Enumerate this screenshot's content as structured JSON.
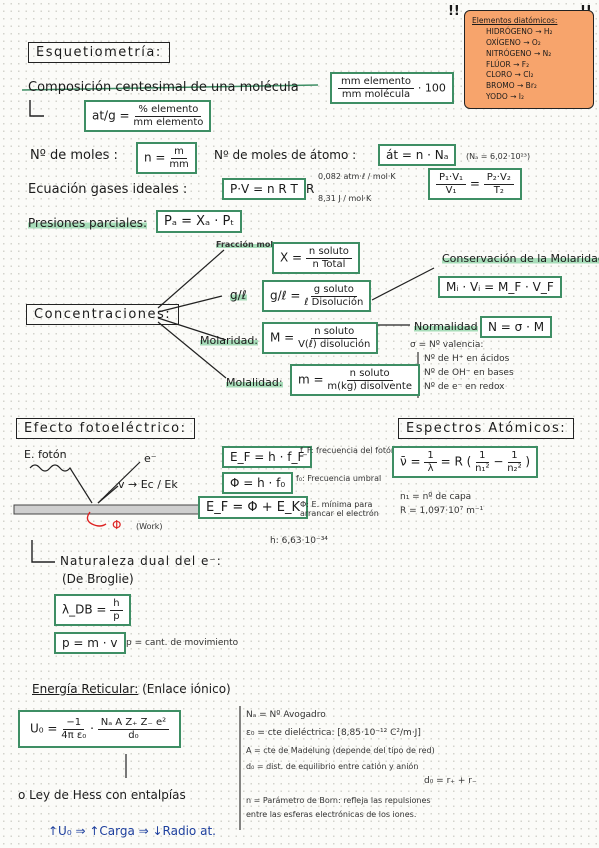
{
  "note": {
    "marks": "!!",
    "title": "Elementos diatómicos:",
    "items": [
      "HIDRÓGENO → H₂",
      "OXÍGENO → O₂",
      "NITRÓGENO → N₂",
      "FLÚOR → F₂",
      "CLORO → Cl₂",
      "BROMO → Br₂",
      "YODO → I₂"
    ]
  },
  "s1": {
    "title": "Esquetiometría:",
    "comp": {
      "label": "Composición centesimal de una molécula",
      "num": "mm elemento",
      "den": "mm molécula",
      "tail": "· 100"
    },
    "atg": {
      "lhs": "at/g",
      "num": "% elemento",
      "den": "mm elemento"
    },
    "moles": {
      "label": "Nº de moles :",
      "lhs": "n =",
      "num": "m",
      "den": "mm"
    },
    "atoms": {
      "label": "Nº de moles de átomo :",
      "formula": "át = n · Nₐ",
      "nA": "(Nₐ = 6,02·10²³)"
    },
    "gases": {
      "label": "Ecuación gases ideales :",
      "formula": "P·V = n R T",
      "r": "R",
      "r1": "0,082",
      "r1u": "atm·ℓ / mol·K",
      "r2": "8,31",
      "r2u": "J / mol·K",
      "combined_l_num": "P₁·V₁",
      "combined_l_den": "V₁",
      "combined_r_num": "P₂·V₂",
      "combined_r_den": "T₂"
    },
    "partial": {
      "label": "Presiones parciales:",
      "formula": "Pₐ = Xₐ · Pₜ"
    }
  },
  "conc": {
    "title": "Concentraciones:",
    "molfrac": {
      "label": "Fracción molar",
      "lhs": "X =",
      "num": "n soluto",
      "den": "n Total"
    },
    "gl": {
      "label": "g/ℓ",
      "lhs": "g/ℓ =",
      "num": "g soluto",
      "den": "ℓ Disolución"
    },
    "molar": {
      "label": "Molaridad:",
      "lhs": "M =",
      "num": "n soluto",
      "den": "V(ℓ) disolución"
    },
    "molal": {
      "label": "Molalidad:",
      "lhs": "m =",
      "num": "n soluto",
      "den": "m(kg) disolvente"
    },
    "conserv": {
      "label": "Conservación de la Molaridad:",
      "formula": "Mᵢ · Vᵢ = M_F · V_F"
    },
    "normal": {
      "label": "Normalidad",
      "formula": "N = σ · M"
    },
    "sigma": [
      "σ = Nº valencia:",
      "Nº de H⁺ en ácidos",
      "Nº de OH⁻ en bases",
      "Nº de e⁻ en redox"
    ]
  },
  "photo": {
    "title": "Efecto fotoeléctrico:",
    "photon": "E. fotón",
    "e": "e⁻",
    "v": "v → Ec / Ek",
    "phi": "Φ",
    "work": "(Work)",
    "f1": "E_F = h · f_F",
    "f1n": "f_F: frecuencia del fotón",
    "f2": "Φ = h · f₀",
    "f2n": "f₀: Frecuencia umbral",
    "f3": "E_F = Φ + E_K",
    "f3n": "Φ: E. mínima para arrancar el electrón",
    "h": "h: 6,63·10⁻³⁴"
  },
  "spectra": {
    "title": "Espectros Atómicos:",
    "lhs": "ν̄ =",
    "one": "1",
    "lambda": "λ",
    "r": "= R (",
    "n1": "n₁²",
    "minus": "−",
    "n2": "n₂²",
    "close": ")",
    "n1def": "n₁ = nº de capa",
    "rval": "R = 1,097·10⁷ m⁻¹"
  },
  "dual": {
    "title": "Naturaleza dual del e⁻:",
    "sub": "(De Broglie)",
    "lhs": "λ_DB =",
    "num": "h",
    "den": "p",
    "p": "p = m · v",
    "pnote": "p = cant. de movimiento"
  },
  "lattice": {
    "title": "Energía Reticular:",
    "sub": "(Enlace iónico)",
    "lhs": "U₀ =",
    "n1": "−1",
    "d1": "4π ε₀",
    "n2": "Nₐ A Z₊ Z₋ e²",
    "d2": "d₀",
    "defs": [
      "Nₐ = Nº Avogadro",
      "ε₀ = cte dieléctrica: [8,85·10⁻¹² C²/m·J]",
      "A = cte de Madelung (depende del tipo de red)",
      "d₀ = dist. de equilibrio entre catión y anión",
      "d₀ = r₊ + r₋",
      "n = Parámetro de Born: refleja las repulsiones",
      "entre las esferas electrónicas de los iones."
    ],
    "hess": "o Ley de Hess con entalpías",
    "trend": "↑U₀ ⇒ ↑Carga ⇒ ↓Radio at."
  }
}
